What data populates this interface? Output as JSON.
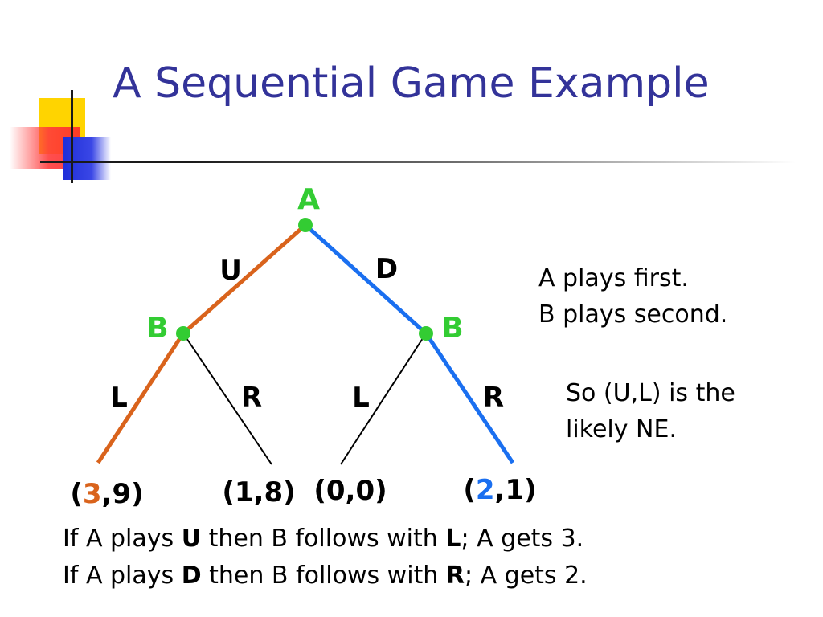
{
  "slide": {
    "title": "A Sequential Game Example"
  },
  "tree": {
    "players": {
      "root": "A",
      "left": "B",
      "right": "B"
    },
    "moves": {
      "a_up": "U",
      "a_down": "D",
      "b1_left": "L",
      "b1_right": "R",
      "b2_left": "L",
      "b2_right": "R"
    },
    "payoffs": {
      "ul": {
        "open": "(",
        "first": "3",
        "rest": ",9)"
      },
      "ur": "(1,8)",
      "dl": "(0,0)",
      "dr": {
        "open": "(",
        "first": "2",
        "rest": ",1)"
      }
    }
  },
  "notes": {
    "line1": "A plays first.",
    "line2": "B plays second.",
    "line3": "So (U,L) is the",
    "line4": "likely NE."
  },
  "captions": {
    "row1": {
      "pre": "If A plays ",
      "move": "U",
      "mid": " then B follows with ",
      "reply": "L",
      "post": "; A gets 3."
    },
    "row2": {
      "pre": "If A plays ",
      "move": "D",
      "mid": " then B follows with ",
      "reply": "R",
      "post": "; A gets 2."
    }
  },
  "colors": {
    "title": "#333399",
    "player_label": "#33cc33",
    "node": "#33cc33",
    "path_u_l": "#d9631c",
    "path_d_r": "#1a6ff0",
    "payoff_a_ul": "#d9631c",
    "payoff_a_dr": "#1a6ff0",
    "plain_edge": "#000000"
  }
}
